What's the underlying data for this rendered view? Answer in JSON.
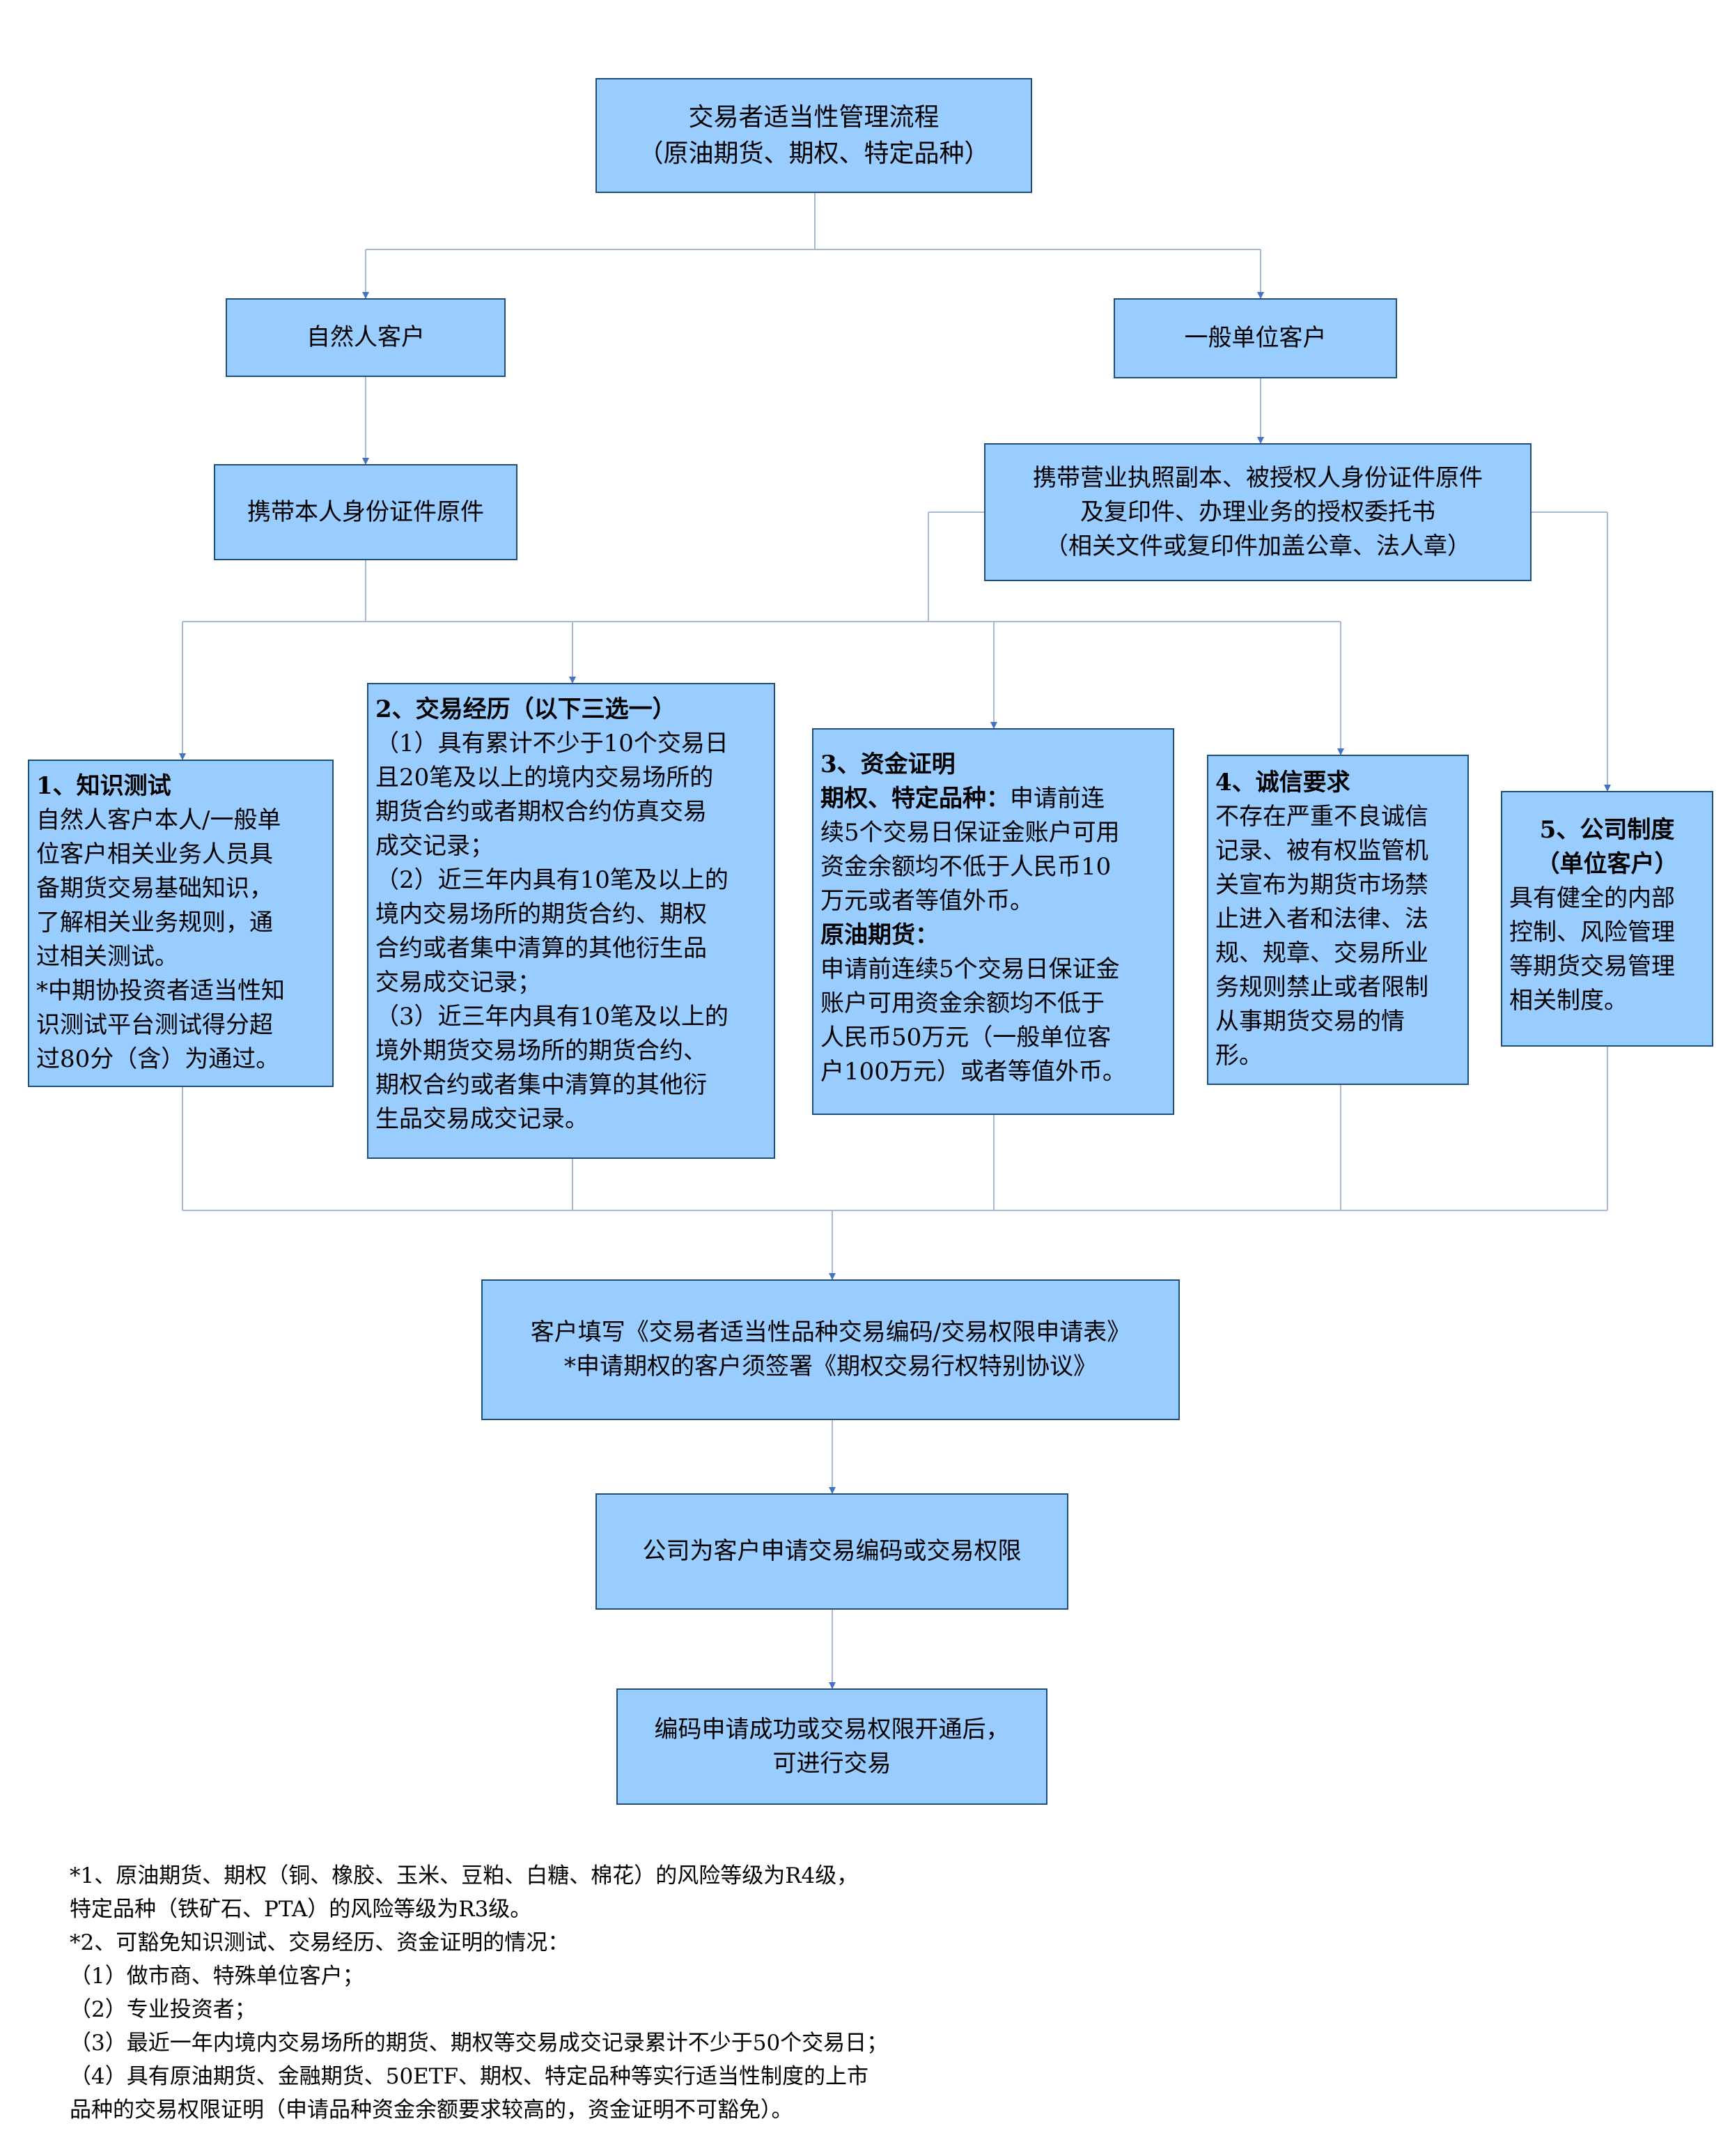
{
  "title": {
    "line1": "交易者适当性管理流程",
    "line2": "（原油期货、期权、特定品种）"
  },
  "natural_client": {
    "label": "自然人客户",
    "step": "携带本人身份证件原件"
  },
  "unit_client": {
    "label": "一般单位客户",
    "step": {
      "line1": "携带营业执照副本、被授权人身份证件原件",
      "line2": "及复印件、办理业务的授权委托书",
      "line3": "（相关文件或复印件加盖公章、法人章）"
    }
  },
  "req1": {
    "title": "1、知识测试",
    "lines": [
      "自然人客户本人/一般单",
      "位客户相关业务人员具",
      "备期货交易基础知识，",
      "了解相关业务规则，通",
      "过相关测试。",
      "*中期协投资者适当性知",
      "识测试平台测试得分超",
      "过80分（含）为通过。"
    ]
  },
  "req2": {
    "title": "2、交易经历（以下三选一）",
    "lines": [
      "（1）具有累计不少于10个交易日",
      "且20笔及以上的境内交易场所的",
      "期货合约或者期权合约仿真交易",
      "成交记录；",
      "（2）近三年内具有10笔及以上的",
      "境内交易场所的期货合约、期权",
      "合约或者集中清算的其他衍生品",
      "交易成交记录；",
      "（3）近三年内具有10笔及以上的",
      "境外期货交易场所的期货合约、",
      "期权合约或者集中清算的其他衍",
      "生品交易成交记录。"
    ]
  },
  "req3": {
    "title": "3、资金证明",
    "sub1_label": "期权、特定品种：",
    "sub1_first": "申请前连",
    "sub1_lines": [
      "续5个交易日保证金账户可用",
      "资金余额均不低于人民币10",
      "万元或者等值外币。"
    ],
    "sub2_label": "原油期货：",
    "sub2_lines": [
      "申请前连续5个交易日保证金",
      "账户可用资金余额均不低于",
      "人民币50万元（一般单位客",
      "户100万元）或者等值外币。"
    ]
  },
  "req4": {
    "title": "4、诚信要求",
    "lines": [
      "不存在严重不良诚信",
      "记录、被有权监管机",
      "关宣布为期货市场禁",
      "止进入者和法律、法",
      "规、规章、交易所业",
      "务规则禁止或者限制",
      "从事期货交易的情",
      "形。"
    ]
  },
  "req5": {
    "title": "5、公司制度",
    "subtitle": "（单位客户）",
    "lines": [
      "具有健全的内部",
      "控制、风险管理",
      "等期货交易管理",
      "相关制度。"
    ]
  },
  "step_apply": {
    "line1": "客户填写《交易者适当性品种交易编码/交易权限申请表》",
    "line2": "*申请期权的客户须签署《期权交易行权特别协议》"
  },
  "step_company": "公司为客户申请交易编码或交易权限",
  "step_final": {
    "line1": "编码申请成功或交易权限开通后，",
    "line2": "可进行交易"
  },
  "notes": [
    "*1、原油期货、期权（铜、橡胶、玉米、豆粕、白糖、棉花）的风险等级为R4级，",
    "特定品种（铁矿石、PTA）的风险等级为R3级。",
    "*2、可豁免知识测试、交易经历、资金证明的情况：",
    "（1）做市商、特殊单位客户；",
    "（2）专业投资者；",
    "（3）最近一年内境内交易场所的期货、期权等交易成交记录累计不少于50个交易日；",
    "（4）具有原油期货、金融期货、50ETF、期权、特定品种等实行适当性制度的上市",
    "品种的交易权限证明（申请品种资金余额要求较高的，资金证明不可豁免）。"
  ],
  "colors": {
    "box_fill": "#99ccff",
    "box_border": "#1f4e79",
    "line": "#a6b8d4",
    "arrow": "#4472c4"
  }
}
